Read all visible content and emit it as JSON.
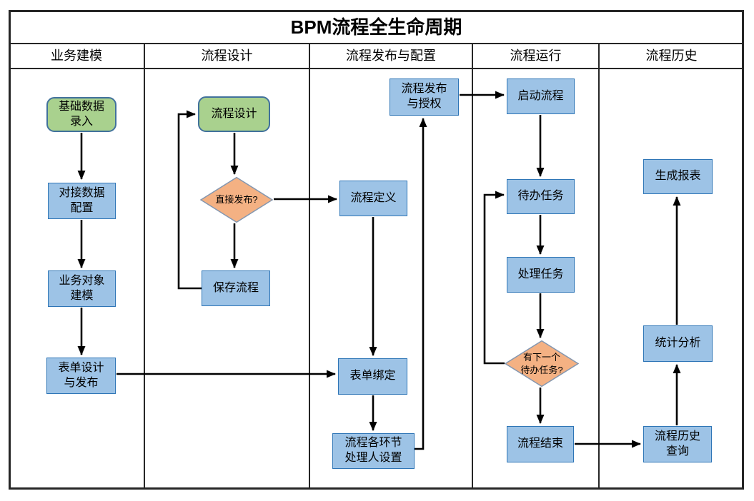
{
  "title": "BPM流程全生命周期",
  "lanes": [
    {
      "label": "业务建模"
    },
    {
      "label": "流程设计"
    },
    {
      "label": "流程发布与配置"
    },
    {
      "label": "流程运行"
    },
    {
      "label": "流程历史"
    }
  ],
  "nodes": {
    "basic_data_entry": {
      "label": "基础数据\n录入",
      "type": "start",
      "lane": "业务建模"
    },
    "data_config": {
      "label": "对接数据\n配置",
      "type": "process",
      "lane": "业务建模"
    },
    "object_modeling": {
      "label": "业务对象\n建模",
      "type": "process",
      "lane": "业务建模"
    },
    "form_design": {
      "label": "表单设计\n与发布",
      "type": "process",
      "lane": "业务建模"
    },
    "process_design": {
      "label": "流程设计",
      "type": "start",
      "lane": "流程设计"
    },
    "direct_publish": {
      "label": "直接发布?",
      "type": "decision",
      "lane": "流程设计"
    },
    "save_process": {
      "label": "保存流程",
      "type": "process",
      "lane": "流程设计"
    },
    "publish_auth": {
      "label": "流程发布\n与授权",
      "type": "process",
      "lane": "流程发布与配置"
    },
    "process_definition": {
      "label": "流程定义",
      "type": "process",
      "lane": "流程发布与配置"
    },
    "form_binding": {
      "label": "表单绑定",
      "type": "process",
      "lane": "流程发布与配置"
    },
    "handler_setting": {
      "label": "流程各环节\n处理人设置",
      "type": "process",
      "lane": "流程发布与配置"
    },
    "start_process": {
      "label": "启动流程",
      "type": "process",
      "lane": "流程运行"
    },
    "todo_task": {
      "label": "待办任务",
      "type": "process",
      "lane": "流程运行"
    },
    "handle_task": {
      "label": "处理任务",
      "type": "process",
      "lane": "流程运行"
    },
    "next_todo": {
      "label": "有下一个\n待办任务?",
      "type": "decision",
      "lane": "流程运行"
    },
    "process_end": {
      "label": "流程结束",
      "type": "process",
      "lane": "流程运行"
    },
    "generate_report": {
      "label": "生成报表",
      "type": "process",
      "lane": "流程历史"
    },
    "statistics": {
      "label": "统计分析",
      "type": "process",
      "lane": "流程历史"
    },
    "history_query": {
      "label": "流程历史\n查询",
      "type": "process",
      "lane": "流程历史"
    }
  },
  "edges": [
    {
      "from": "basic_data_entry",
      "to": "data_config"
    },
    {
      "from": "data_config",
      "to": "object_modeling"
    },
    {
      "from": "object_modeling",
      "to": "form_design"
    },
    {
      "from": "form_design",
      "to": "form_binding"
    },
    {
      "from": "process_design",
      "to": "direct_publish"
    },
    {
      "from": "direct_publish",
      "to": "process_definition"
    },
    {
      "from": "direct_publish",
      "to": "save_process"
    },
    {
      "from": "save_process",
      "to": "process_design"
    },
    {
      "from": "process_definition",
      "to": "form_binding"
    },
    {
      "from": "form_binding",
      "to": "handler_setting"
    },
    {
      "from": "handler_setting",
      "to": "publish_auth"
    },
    {
      "from": "publish_auth",
      "to": "start_process"
    },
    {
      "from": "start_process",
      "to": "todo_task"
    },
    {
      "from": "todo_task",
      "to": "handle_task"
    },
    {
      "from": "handle_task",
      "to": "next_todo"
    },
    {
      "from": "next_todo",
      "to": "todo_task"
    },
    {
      "from": "next_todo",
      "to": "process_end"
    },
    {
      "from": "process_end",
      "to": "history_query"
    },
    {
      "from": "history_query",
      "to": "statistics"
    },
    {
      "from": "statistics",
      "to": "generate_report"
    }
  ],
  "colors": {
    "start_fill": "#a9d18e",
    "start_border": "#41719c",
    "process_fill": "#9dc3e6",
    "process_border": "#2e75b6",
    "decision_fill": "#f4b183",
    "decision_border": "#8497b0",
    "connector": "#000000",
    "grid": "#262626"
  }
}
